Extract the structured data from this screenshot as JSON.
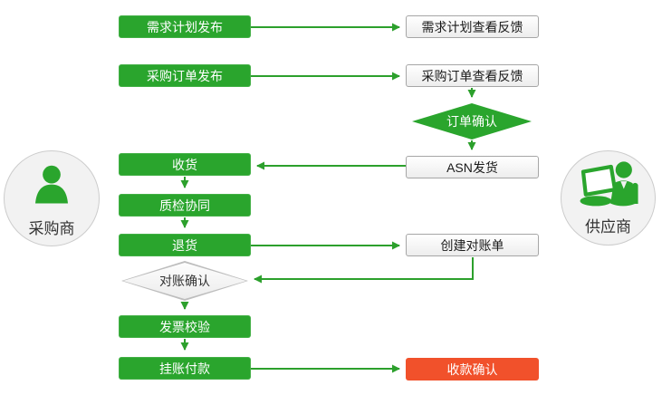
{
  "diagram": {
    "title": "procurement-collaboration-flowchart",
    "colors": {
      "process_green": "#2aa52d",
      "arrow_green": "#2ca02c",
      "final_red": "#f1512b",
      "response_border": "#a6a6a6",
      "actor_circle_fill": "#f2f2f2"
    },
    "actors": {
      "buyer": {
        "label": "采购商"
      },
      "supplier": {
        "label": "供应商"
      }
    },
    "nodes": {
      "demand_publish": "需求计划发布",
      "order_publish": "采购订单发布",
      "receive": "收货",
      "qc": "质检协同",
      "return_goods": "退货",
      "reconcile_confirm": "对账确认",
      "invoice_check": "发票校验",
      "payment": "挂账付款",
      "demand_feedback": "需求计划查看反馈",
      "order_feedback": "采购订单查看反馈",
      "order_confirm": "订单确认",
      "asn_ship": "ASN发货",
      "create_statement": "创建对账单",
      "receipt_confirm": "收款确认"
    },
    "edges": [
      {
        "from": "需求计划发布",
        "to": "需求计划查看反馈"
      },
      {
        "from": "采购订单发布",
        "to": "采购订单查看反馈"
      },
      {
        "from": "采购订单查看反馈",
        "to": "订单确认"
      },
      {
        "from": "订单确认",
        "to": "ASN发货"
      },
      {
        "from": "ASN发货",
        "to": "收货"
      },
      {
        "from": "收货",
        "to": "质检协同"
      },
      {
        "from": "质检协同",
        "to": "退货"
      },
      {
        "from": "退货",
        "to": "创建对账单"
      },
      {
        "from": "创建对账单",
        "to": "对账确认"
      },
      {
        "from": "对账确认",
        "to": "发票校验"
      },
      {
        "from": "发票校验",
        "to": "挂账付款"
      },
      {
        "from": "挂账付款",
        "to": "收款确认"
      }
    ]
  }
}
